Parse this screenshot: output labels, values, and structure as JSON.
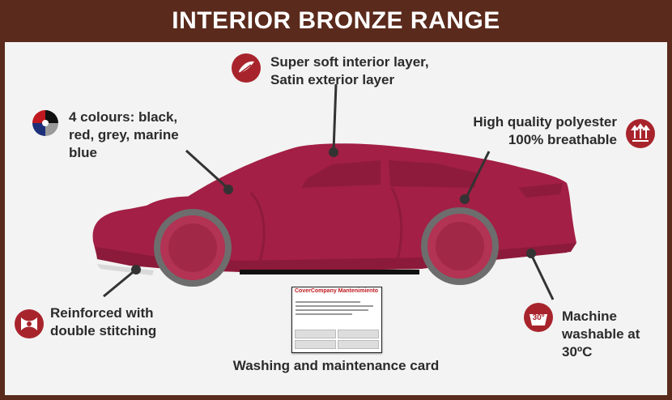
{
  "title": "INTERIOR BRONZE RANGE",
  "features": {
    "layers_line1": "Super soft interior layer,",
    "layers_line2": "Satin exterior layer",
    "colours_line1": "4 colours: black,",
    "colours_line2": "red, grey, marine",
    "colours_line3": "blue",
    "polyester_line1": "High quality polyester",
    "polyester_line2": "100% breathable",
    "stitching_line1": "Reinforced with",
    "stitching_line2": "double stitching",
    "washable_line1": "Machine",
    "washable_line2": "washable at",
    "washable_line3": "30ºC",
    "card_label": "Washing and maintenance card"
  },
  "icons": {
    "layers": "feather-icon",
    "colours": "colour-wheel-icon",
    "polyester": "breathable-arrows-icon",
    "stitching": "stitching-icon",
    "washable": "washing-30-icon",
    "temperature_badge": "30º"
  },
  "card": {
    "brand": "CoverCompany Mantenimiento"
  },
  "colors": {
    "header_brown": "#5a2a1c",
    "accent_red": "#a8242c",
    "car_red": "#a31f45",
    "panel_bg": "#f3f3f3"
  },
  "colour_swatches": [
    "#111111",
    "#c0181e",
    "#9a9a9a",
    "#1e2f7a"
  ]
}
